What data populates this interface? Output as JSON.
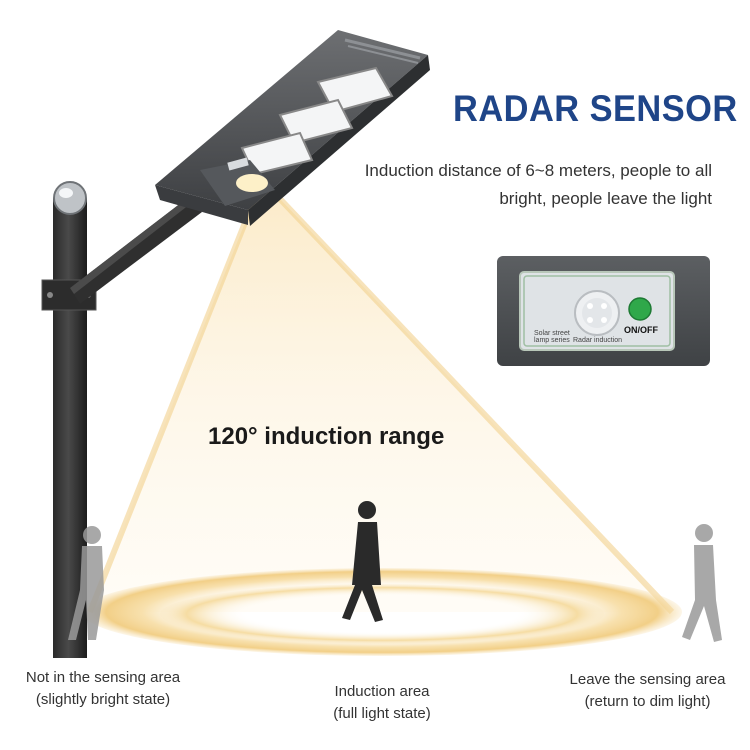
{
  "title": "RADAR SENSOR",
  "description": {
    "line1": "Induction distance of 6~8 meters, people to all",
    "line2": "bright, people leave the light"
  },
  "range_label": "120° induction range",
  "sensor_panel": {
    "caption1": "Solar street",
    "caption2": "lamp series",
    "caption3": "Radar induction",
    "switch_label": "ON/OFF"
  },
  "captions": {
    "left": {
      "line1": "Not in the sensing area",
      "line2": "(slightly bright state)"
    },
    "middle": {
      "line1": "Induction area",
      "line2": "(full light state)"
    },
    "right": {
      "line1": "Leave the sensing area",
      "line2": "(return to dim light)"
    }
  },
  "colors": {
    "title": "#1f4588",
    "light": "#f4d089",
    "switch": "#2fa84a"
  }
}
